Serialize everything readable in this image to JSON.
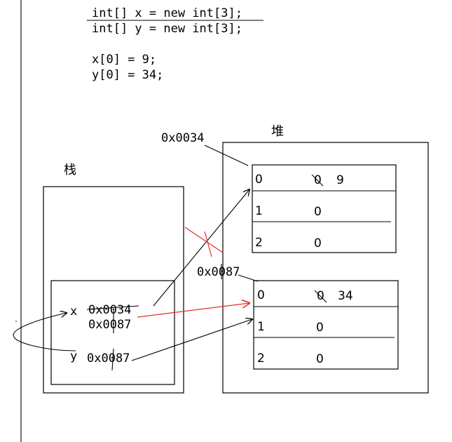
{
  "code": {
    "lines": [
      "int[] x = new int[3];",
      "int[] y = new int[3];",
      "x[0] = 9;",
      "y[0] = 34;"
    ]
  },
  "labels": {
    "stack": "栈",
    "heap": "堆"
  },
  "addresses": {
    "array1": "0x0034",
    "array2": "0x0087"
  },
  "stack_vars": [
    {
      "name": "x",
      "old_value": "0x0034",
      "new_value": "0x0087"
    },
    {
      "name": "y",
      "value": "0x0087"
    }
  ],
  "heap_arrays": [
    {
      "address": "0x0034",
      "cells": [
        {
          "index": "0",
          "old_value": "0",
          "value": "9"
        },
        {
          "index": "1",
          "value": "0"
        },
        {
          "index": "2",
          "value": "0"
        }
      ]
    },
    {
      "address": "0x0087",
      "cells": [
        {
          "index": "0",
          "old_value": "0",
          "value": "34"
        },
        {
          "index": "1",
          "value": "0"
        },
        {
          "index": "2",
          "value": "0"
        }
      ]
    }
  ],
  "colors": {
    "ink": "#000000",
    "reassign_arrow": "#e0312b",
    "background": "#ffffff"
  }
}
